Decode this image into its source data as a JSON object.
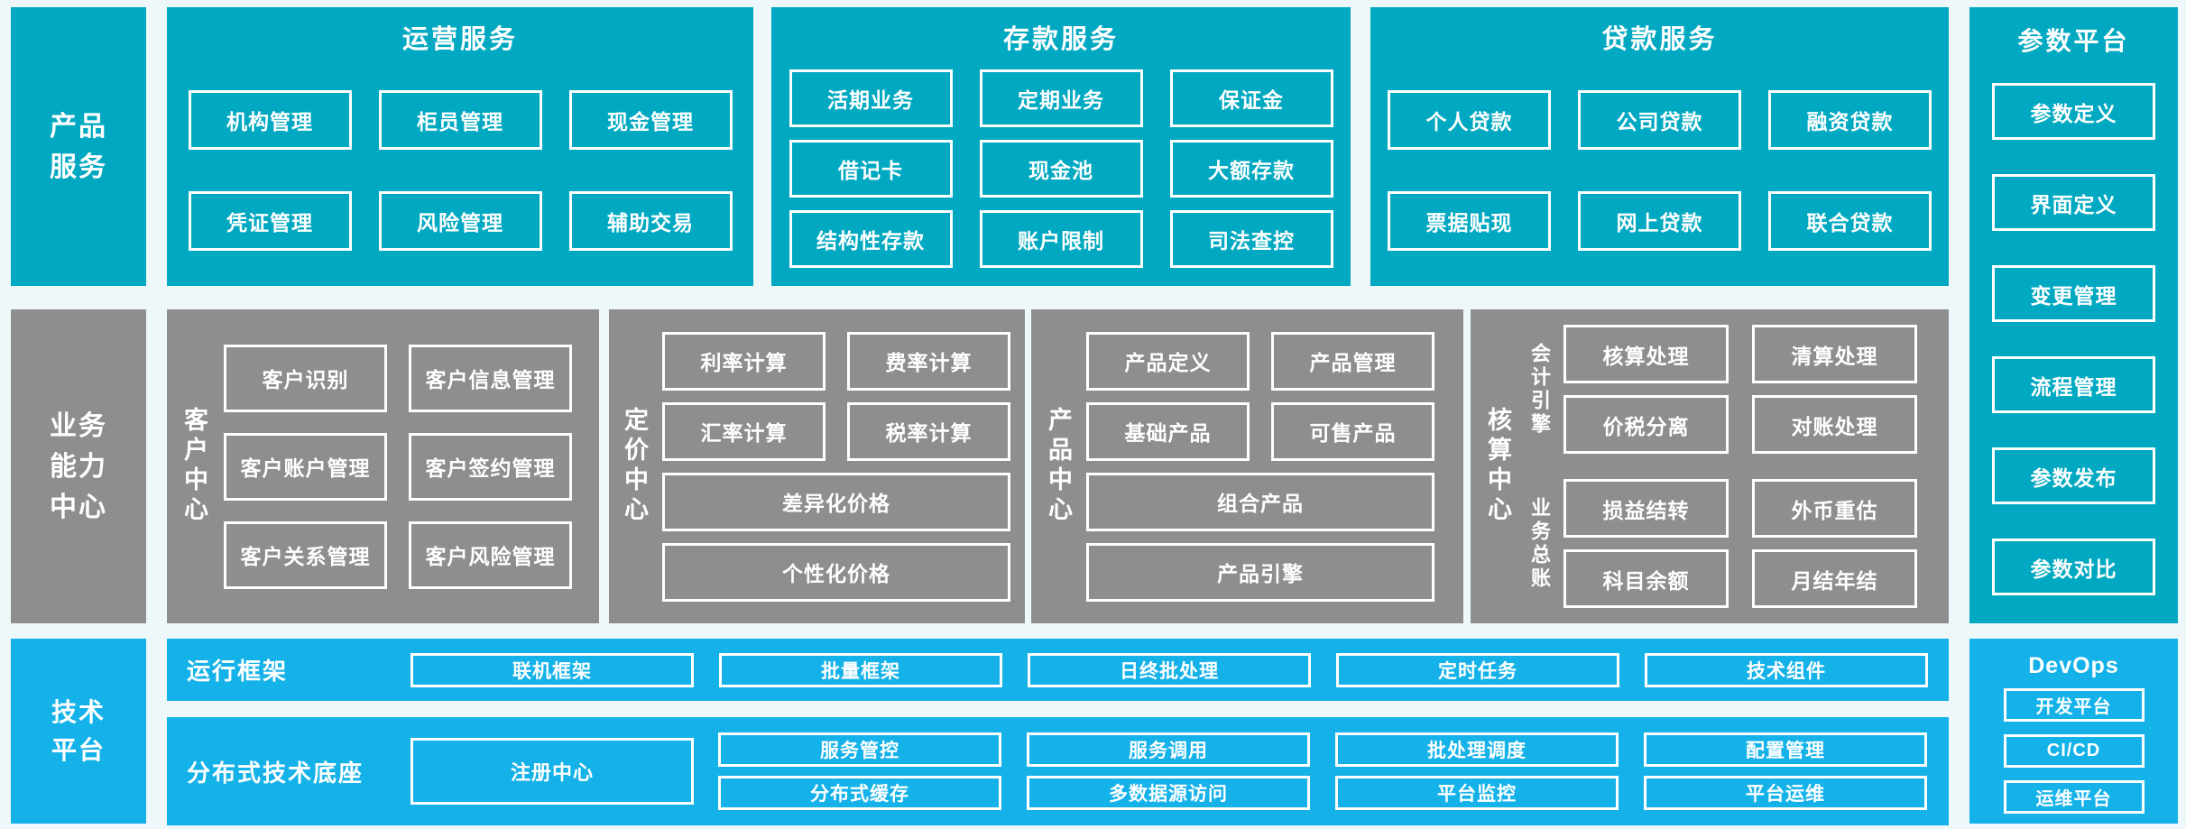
{
  "colors": {
    "teal": "#00a9c1",
    "gray": "#8e8e8e",
    "blue": "#14b2e9",
    "bg": "#eef8fa"
  },
  "product_services": {
    "sidebar": "产品\n服务",
    "operations": {
      "title": "运营服务",
      "boxes": [
        "机构管理",
        "柜员管理",
        "现金管理",
        "凭证管理",
        "风险管理",
        "辅助交易"
      ]
    },
    "deposits": {
      "title": "存款服务",
      "boxes": [
        "活期业务",
        "定期业务",
        "保证金",
        "借记卡",
        "现金池",
        "大额存款",
        "结构性存款",
        "账户限制",
        "司法查控"
      ]
    },
    "loans": {
      "title": "贷款服务",
      "boxes": [
        "个人贷款",
        "公司贷款",
        "融资贷款",
        "票据贴现",
        "网上贷款",
        "联合贷款"
      ]
    }
  },
  "param_platform": {
    "title": "参数平台",
    "items": [
      "参数定义",
      "界面定义",
      "变更管理",
      "流程管理",
      "参数发布",
      "参数对比"
    ]
  },
  "capability": {
    "sidebar": "业务\n能力\n中心",
    "customer": {
      "label": "客户中心",
      "boxes": [
        "客户识别",
        "客户信息管理",
        "客户账户管理",
        "客户签约管理",
        "客户关系管理",
        "客户风险管理"
      ]
    },
    "pricing": {
      "label": "定价中心",
      "small": [
        "利率计算",
        "费率计算",
        "汇率计算",
        "税率计算"
      ],
      "wide": [
        "差异化价格",
        "个性化价格"
      ]
    },
    "product": {
      "label": "产品中心",
      "small": [
        "产品定义",
        "产品管理",
        "基础产品",
        "可售产品"
      ],
      "wide": [
        "组合产品",
        "产品引擎"
      ]
    },
    "accounting": {
      "label": "核算中心",
      "groups": [
        {
          "label": "会计引擎",
          "boxes": [
            "核算处理",
            "清算处理",
            "价税分离",
            "对账处理"
          ]
        },
        {
          "label": "业务总账",
          "boxes": [
            "损益结转",
            "外币重估",
            "科目余额",
            "月结年结"
          ]
        }
      ]
    }
  },
  "tech_platform": {
    "sidebar": "技术\n平台",
    "runtime": {
      "label": "运行框架",
      "boxes": [
        "联机框架",
        "批量框架",
        "日终批处理",
        "定时任务",
        "技术组件"
      ]
    },
    "distributed": {
      "label": "分布式技术底座",
      "registry": "注册中心",
      "grid": [
        "服务管控",
        "服务调用",
        "批处理调度",
        "配置管理",
        "分布式缓存",
        "多数据源访问",
        "平台监控",
        "平台运维"
      ]
    },
    "devops": {
      "title": "DevOps",
      "items": [
        "开发平台",
        "CI/CD",
        "运维平台"
      ]
    }
  }
}
